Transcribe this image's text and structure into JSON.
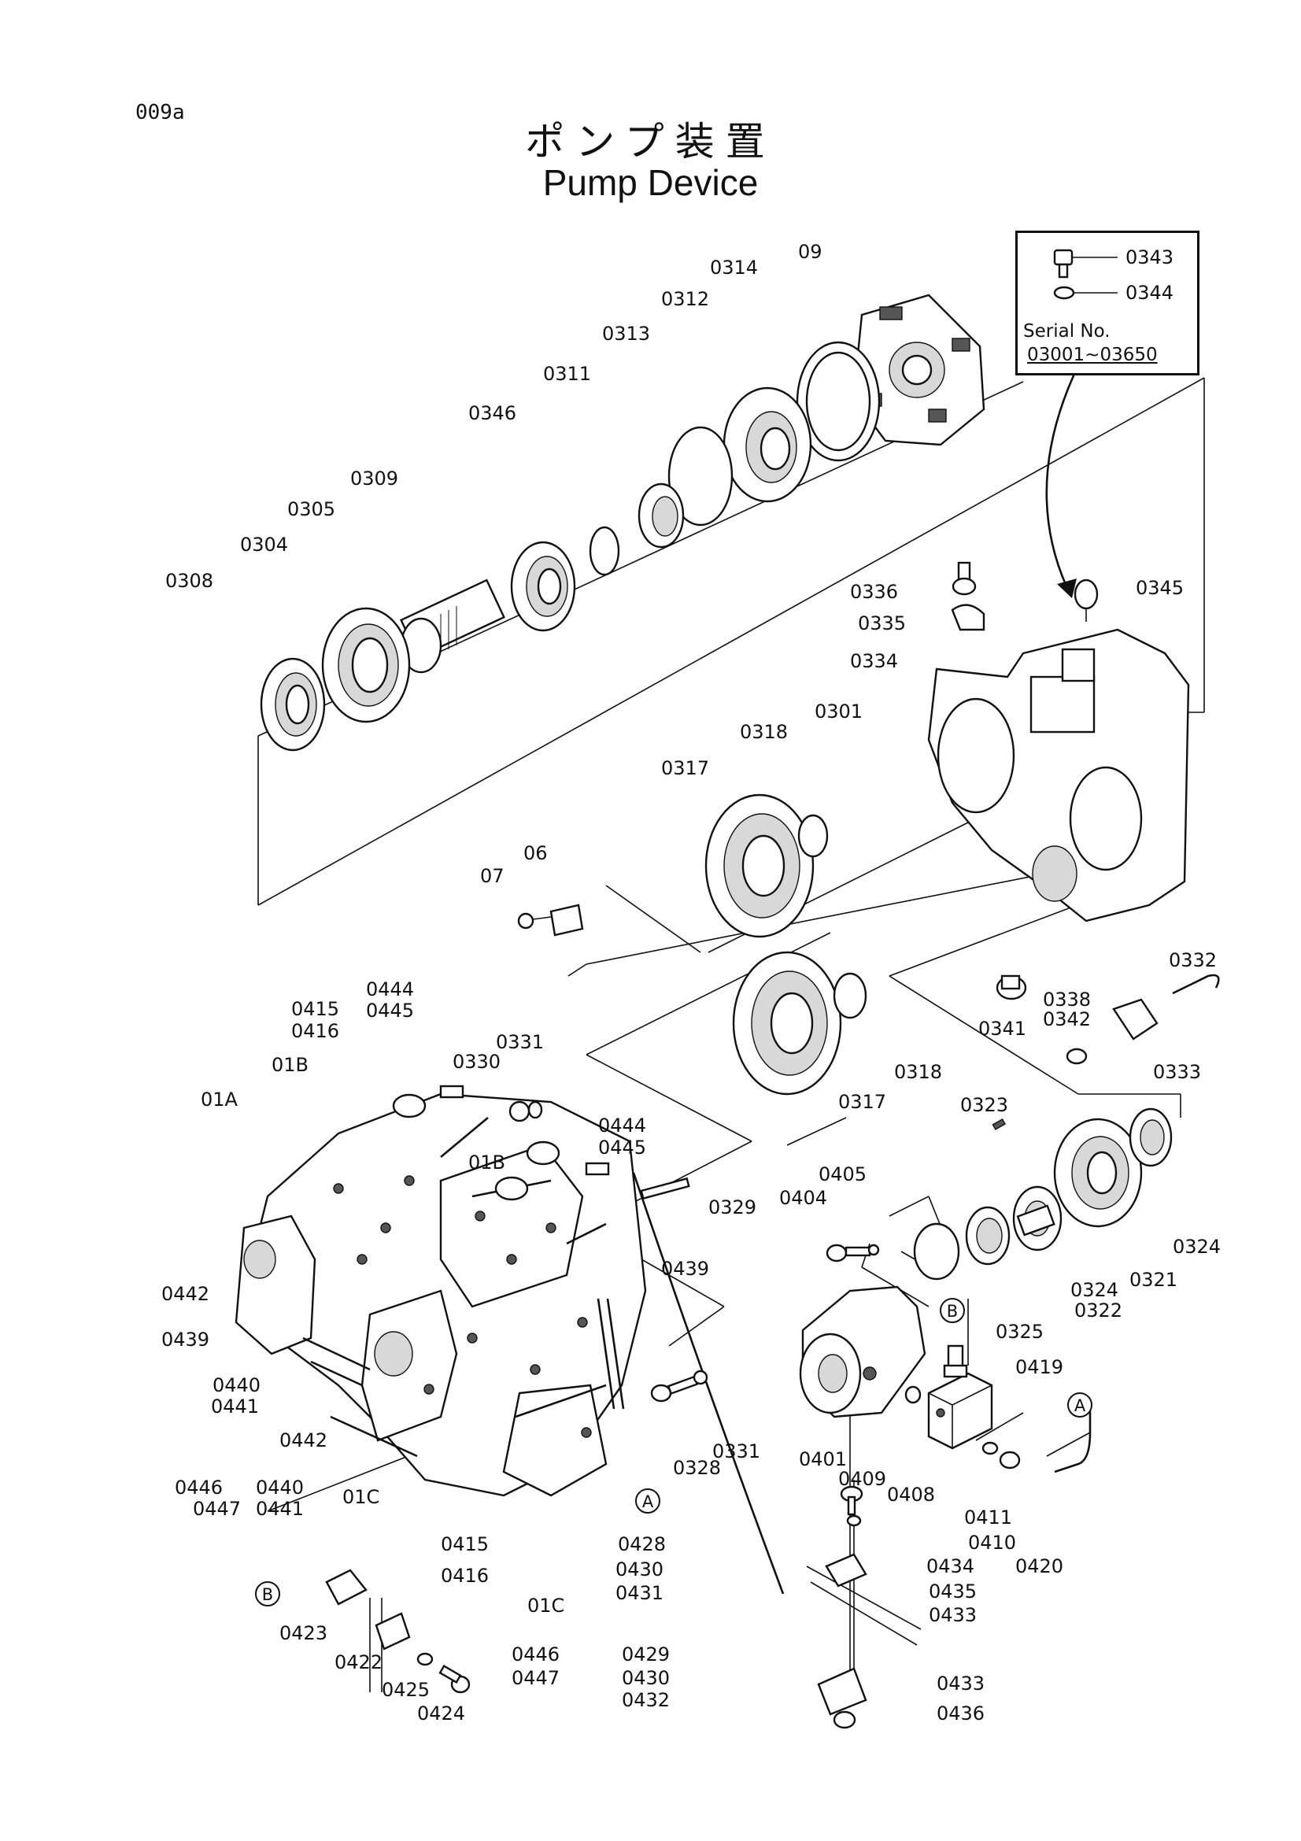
{
  "page_code": "009a",
  "title_jp": "ポンプ装置",
  "title_en": "Pump Device",
  "serial_note": {
    "label": "Serial No.",
    "range": "03001~03650",
    "parts": [
      "0343",
      "0344"
    ]
  },
  "part_labels": [
    "09",
    "0314",
    "0312",
    "0313",
    "0311",
    "0346",
    "0309",
    "0305",
    "0304",
    "0308",
    "0343",
    "0344",
    "0336",
    "0335",
    "0334",
    "0345",
    "0301",
    "0318",
    "0317",
    "06",
    "07",
    "0332",
    "0338",
    "0342",
    "0341",
    "0333",
    "0318",
    "0317",
    "0415",
    "0416",
    "0444",
    "0445",
    "0331",
    "0330",
    "01B",
    "01A",
    "01B",
    "0444",
    "0445",
    "0329",
    "0323",
    "0405",
    "0404",
    "0324",
    "0321",
    "0322",
    "0324",
    "0325",
    "0439",
    "0442",
    "0439",
    "0440",
    "0441",
    "0442",
    "0446",
    "0447",
    "0440",
    "0441",
    "01C",
    "0328",
    "0331",
    "0401",
    "0409",
    "0408",
    "0419",
    "0411",
    "0410",
    "0420",
    "0415",
    "0416",
    "01C",
    "0428",
    "0430",
    "0431",
    "0434",
    "0435",
    "0433",
    "0423",
    "0422",
    "0425",
    "0424",
    "0446",
    "0447",
    "0429",
    "0430",
    "0432",
    "0433",
    "0436"
  ],
  "ref_markers": [
    "A",
    "B",
    "A",
    "B"
  ]
}
